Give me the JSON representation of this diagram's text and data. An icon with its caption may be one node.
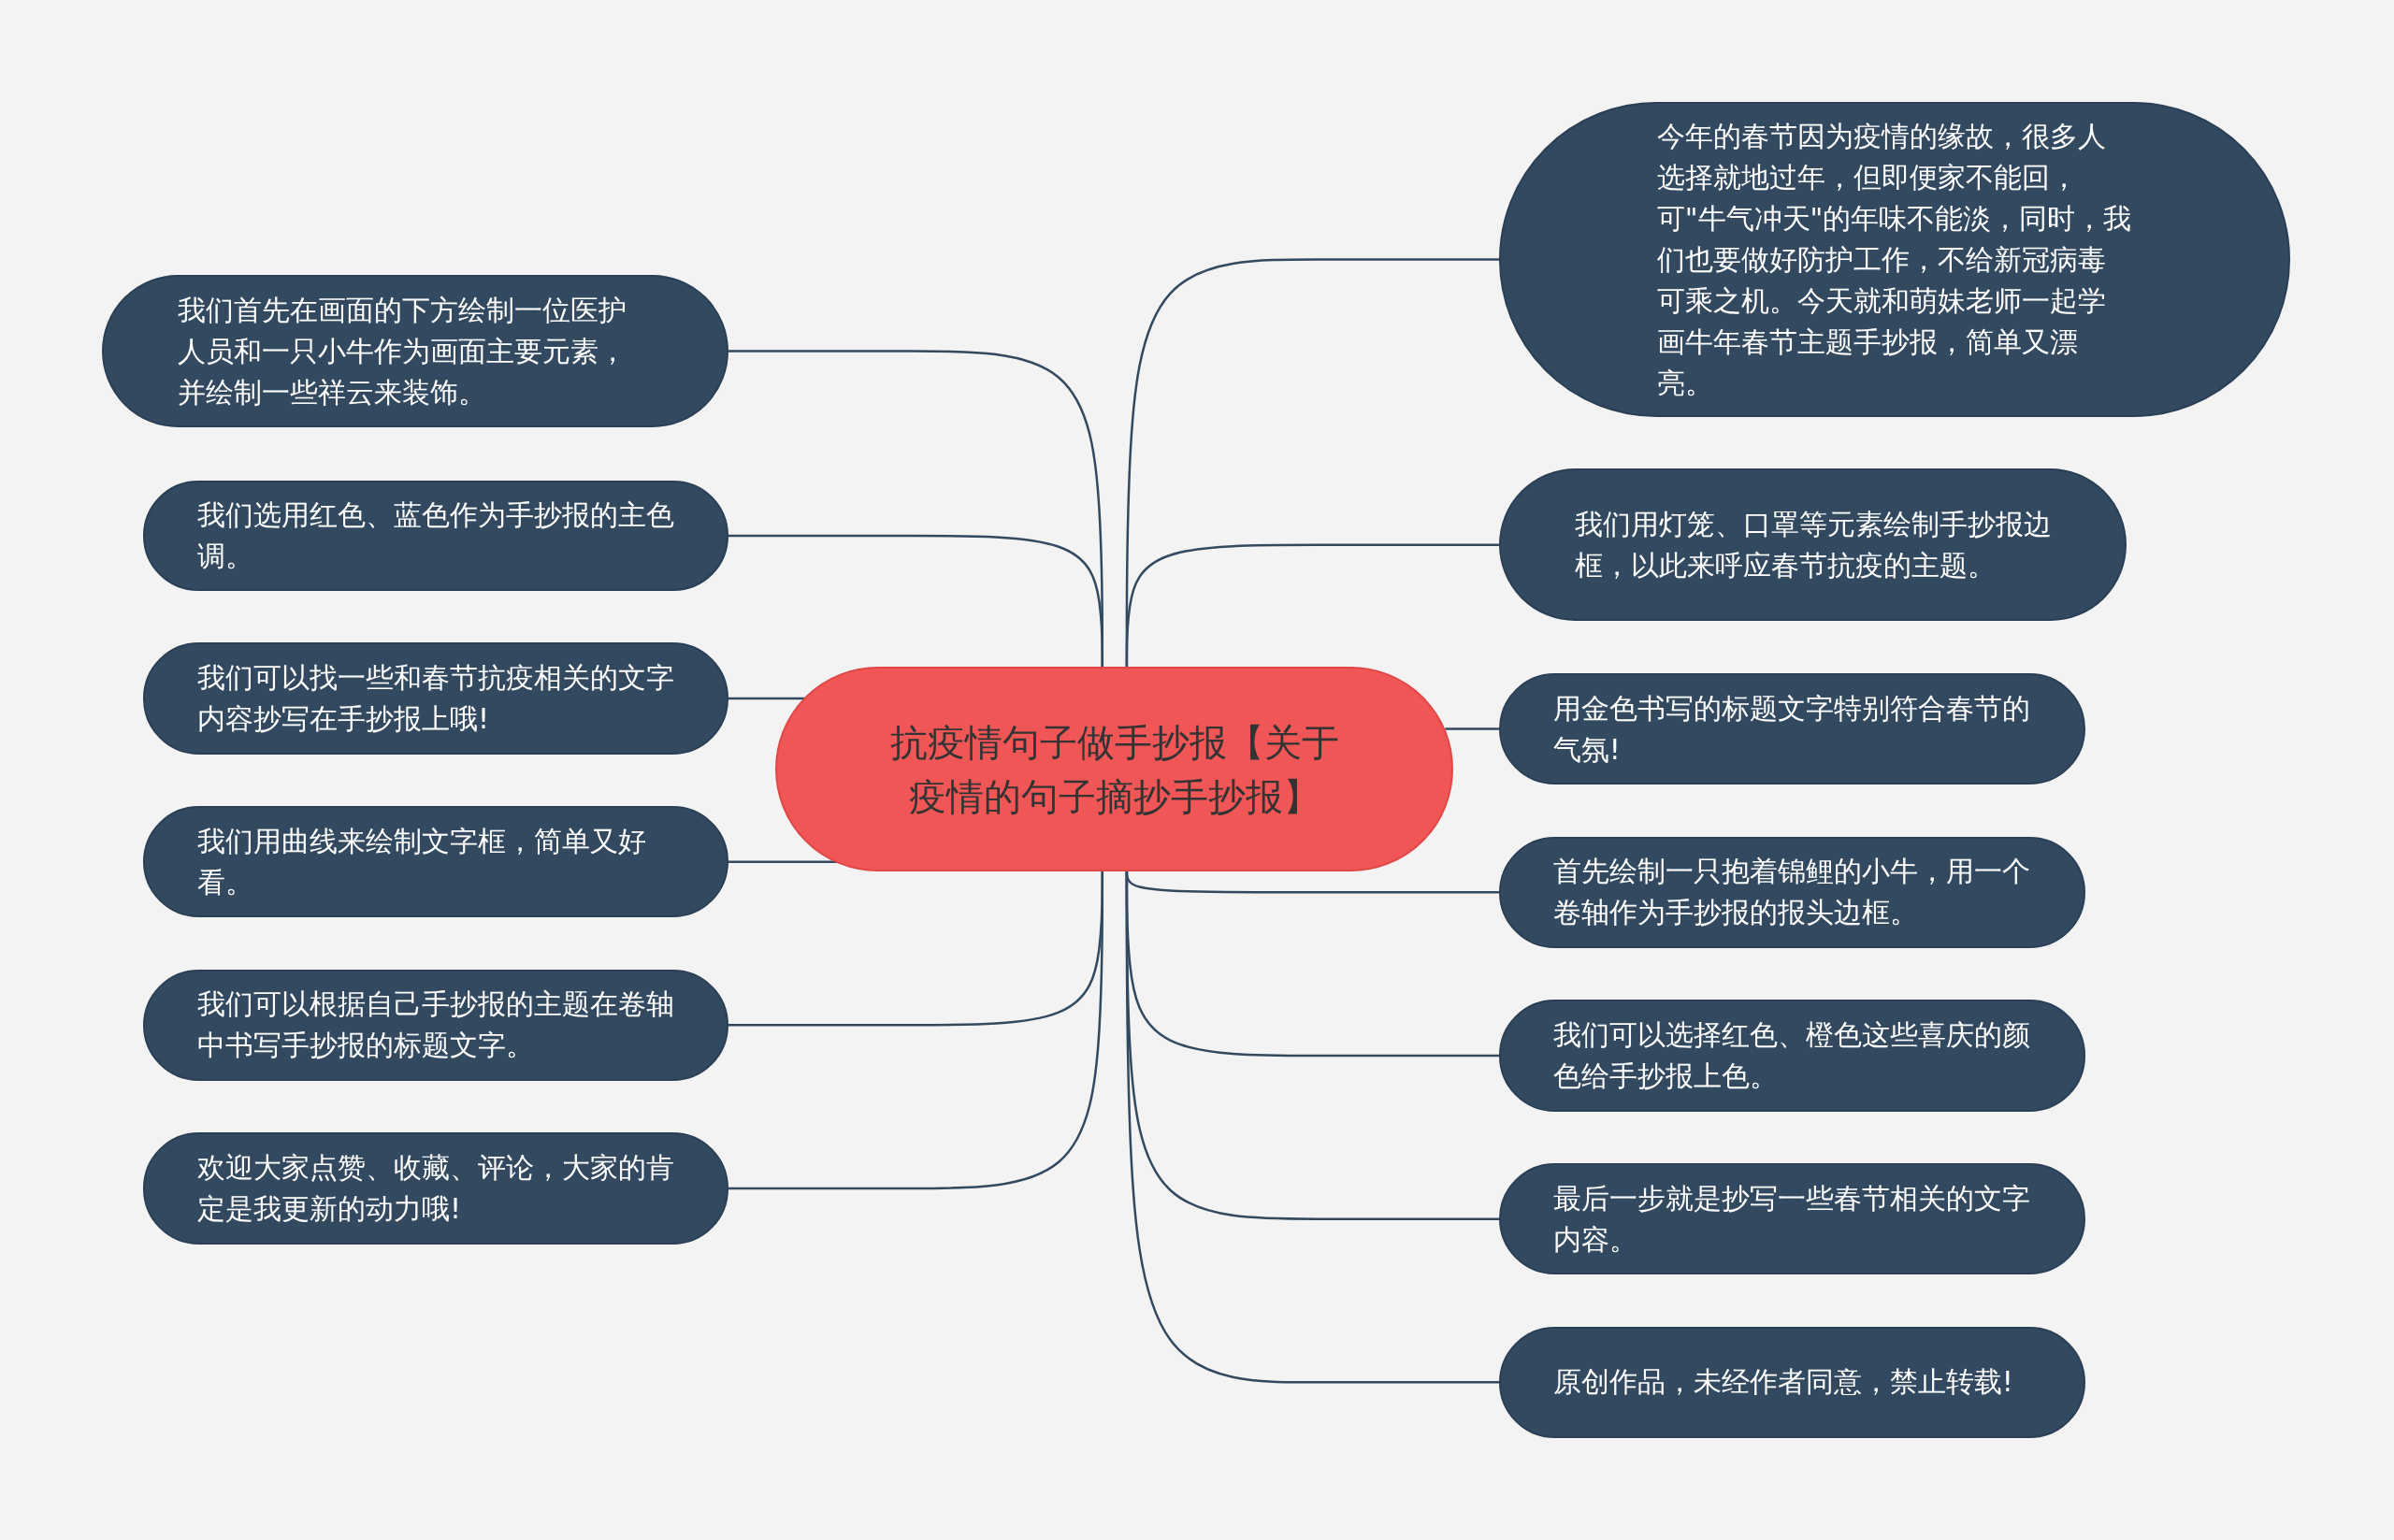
{
  "diagram": {
    "nodes": [
      {
        "text": [
          "抗疫情句子做手抄报【关于疫情的句子摘抄手抄报】"
        ]
      },
      {
        "text": [
          "我们首先在画面的下方绘制一位医护人员和一只小牛作为画面主要元素，并绘制一些祥云来装饰。"
        ]
      },
      {
        "text": [
          "我们选用红色、蓝色作为手抄报的主色调。"
        ]
      },
      {
        "text": [
          "我们可以找一些和春节抗疫相关的文字内容抄写在手抄报上哦!"
        ]
      },
      {
        "text": [
          "我们用曲线来绘制文字框，简单又好看。"
        ]
      },
      {
        "text": [
          "我们可以根据自己手抄报的主题在卷轴中书写手抄报的标题文字。"
        ]
      },
      {
        "text": [
          "欢迎大家点赞、收藏、评论，大家的肯定是我更新的动力哦!"
        ]
      },
      {
        "text": [
          "今年的春节因为疫情的缘故，很多人选择就地过年，但即便家不能回，可\"牛气冲天\"的年味不能淡，同时，我们也要做好防护工作，不给新冠病毒可乘之机。今天就和萌妹老师一起学画牛年春节主题手抄报，简单又漂亮。"
        ]
      },
      {
        "text": [
          "我们用灯笼、口罩等元素绘制手抄报边框，以此来呼应春节抗疫的主题。"
        ]
      },
      {
        "text": [
          "用金色书写的标题文字特别符合春节的气氛!"
        ]
      },
      {
        "text": [
          "首先绘制一只抱着锦鲤的小牛，用一个卷轴作为手抄报的报头边框。"
        ]
      },
      {
        "text": [
          "我们可以选择红色、橙色这些喜庆的颜色给手抄报上色。"
        ]
      },
      {
        "text": [
          "最后一步就是抄写一些春节相关的文字内容。"
        ]
      },
      {
        "text": [
          "原创作品，未经作者同意，禁止转载!"
        ]
      }
    ],
    "edges": [
      {
        "from": 0,
        "to": 1,
        "arrow": "none"
      },
      {
        "from": 0,
        "to": 2,
        "arrow": "none"
      },
      {
        "from": 0,
        "to": 3,
        "arrow": "none"
      },
      {
        "from": 0,
        "to": 4,
        "arrow": "none"
      },
      {
        "from": 0,
        "to": 5,
        "arrow": "none"
      },
      {
        "from": 0,
        "to": 6,
        "arrow": "none"
      },
      {
        "from": 0,
        "to": 7,
        "arrow": "none"
      },
      {
        "from": 0,
        "to": 8,
        "arrow": "none"
      },
      {
        "from": 0,
        "to": 9,
        "arrow": "none"
      },
      {
        "from": 0,
        "to": 10,
        "arrow": "none"
      },
      {
        "from": 0,
        "to": 11,
        "arrow": "none"
      },
      {
        "from": 0,
        "to": 12,
        "arrow": "none"
      },
      {
        "from": 0,
        "to": 13,
        "arrow": "none"
      }
    ]
  }
}
